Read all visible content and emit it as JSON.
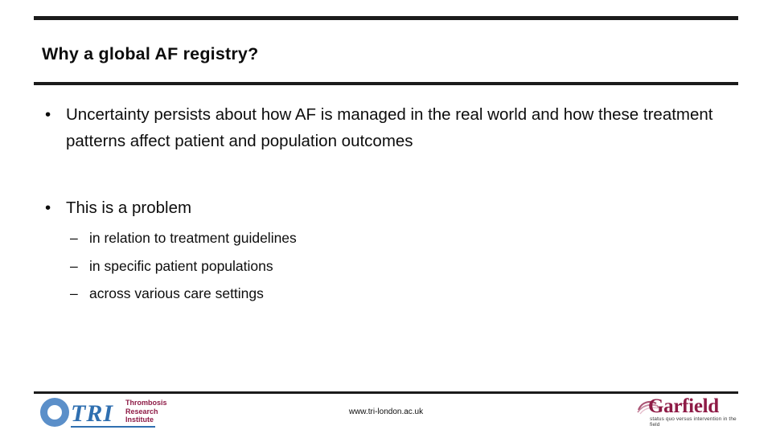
{
  "slide": {
    "title": "Why a global AF registry?",
    "bullets": [
      {
        "marker": "•",
        "text": "Uncertainty persists about how AF is managed in the real world and how these treatment patterns affect patient and population outcomes"
      },
      {
        "marker": "•",
        "text": "This is a problem",
        "sub_marker": "–",
        "sub_items": [
          "in relation to treatment guidelines",
          "in specific patient populations",
          "across various care settings"
        ]
      }
    ],
    "footer": {
      "url": "www.tri-london.ac.uk"
    },
    "logos": {
      "tri": {
        "wordmark": "TRI",
        "line1": "Thrombosis",
        "line2": "Research",
        "line3": "Institute"
      },
      "garfield": {
        "wordmark": "Garfield",
        "tagline": "status quo versus intervention in the field"
      }
    },
    "colors": {
      "rule": "#1b1b1b",
      "text": "#0d0d0d",
      "tri_blue": "#2f6fb0",
      "garfield_maroon": "#8e1b46"
    }
  }
}
